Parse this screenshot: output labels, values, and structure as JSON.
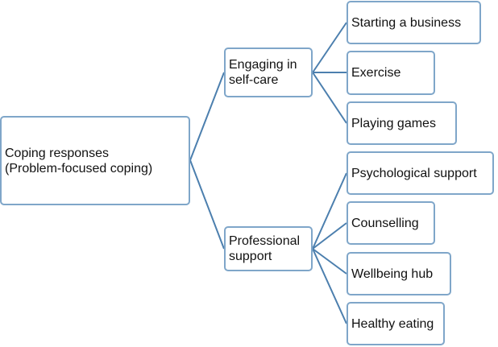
{
  "diagram": {
    "line_color": "#4c7fae",
    "border_color": "#7fa6c9",
    "root": {
      "label": "Coping responses\n(Problem-focused coping)"
    },
    "branches": [
      {
        "label": "Engaging in\nself-care",
        "leaves": [
          {
            "label": "Starting a business"
          },
          {
            "label": "Exercise"
          },
          {
            "label": "Playing games"
          }
        ]
      },
      {
        "label": "Professional\nsupport",
        "leaves": [
          {
            "label": "Psychological support"
          },
          {
            "label": "Counselling"
          },
          {
            "label": "Wellbeing hub"
          },
          {
            "label": "Healthy eating"
          }
        ]
      }
    ]
  }
}
